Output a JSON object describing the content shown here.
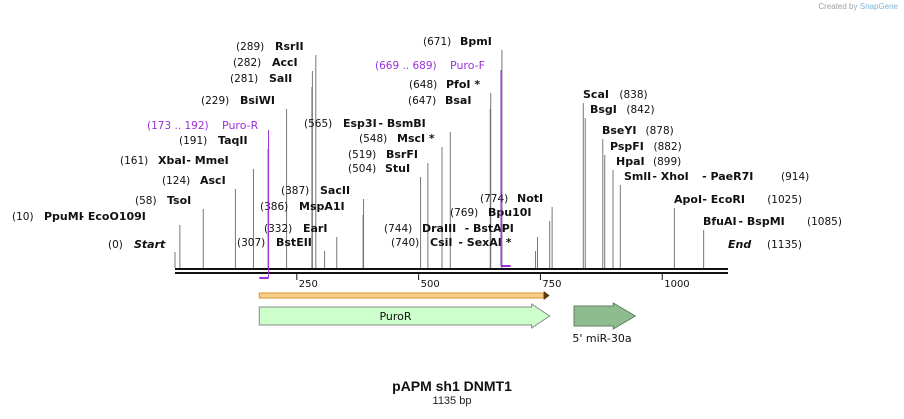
{
  "credit": {
    "prefix": "Created by",
    "brand": "SnapGene"
  },
  "map": {
    "name": "pAPM sh1 DNMT1",
    "length_label": "1135 bp",
    "length": 1135,
    "ticks": [
      250,
      500,
      750,
      1000
    ],
    "ends": [
      {
        "name": "Start",
        "pos_label": "(0)"
      },
      {
        "name": "End",
        "pos_label": "(1135)"
      }
    ],
    "sites": [
      {
        "pos": 10,
        "label": "(10)",
        "names": [
          "PpuMI",
          "EcoO109I"
        ]
      },
      {
        "pos": 58,
        "label": "(58)",
        "names": [
          "TsoI"
        ]
      },
      {
        "pos": 124,
        "label": "(124)",
        "names": [
          "AscI"
        ]
      },
      {
        "pos": 161,
        "label": "(161)",
        "names": [
          "XbaI",
          "MmeI"
        ]
      },
      {
        "pos": 191,
        "label": "(191)",
        "names": [
          "TaqII"
        ]
      },
      {
        "pos": 229,
        "label": "(229)",
        "names": [
          "BsiWI"
        ]
      },
      {
        "pos": 281,
        "label": "(281)",
        "names": [
          "SalI"
        ]
      },
      {
        "pos": 282,
        "label": "(282)",
        "names": [
          "AccI"
        ]
      },
      {
        "pos": 289,
        "label": "(289)",
        "names": [
          "RsrII"
        ]
      },
      {
        "pos": 307,
        "label": "(307)",
        "names": [
          "BstEII"
        ]
      },
      {
        "pos": 332,
        "label": "(332)",
        "names": [
          "EarI"
        ]
      },
      {
        "pos": 386,
        "label": "(386)",
        "names": [
          "MspA1I"
        ]
      },
      {
        "pos": 387,
        "label": "(387)",
        "names": [
          "SacII"
        ]
      },
      {
        "pos": 504,
        "label": "(504)",
        "names": [
          "StuI"
        ]
      },
      {
        "pos": 519,
        "label": "(519)",
        "names": [
          "BsrFI"
        ]
      },
      {
        "pos": 548,
        "label": "(548)",
        "names": [
          "MscI *"
        ]
      },
      {
        "pos": 565,
        "label": "(565)",
        "names": [
          "Esp3I",
          "BsmBI"
        ]
      },
      {
        "pos": 647,
        "label": "(647)",
        "names": [
          "BsaI"
        ]
      },
      {
        "pos": 648,
        "label": "(648)",
        "names": [
          "PfoI *"
        ]
      },
      {
        "pos": 671,
        "label": "(671)",
        "names": [
          "BpmI"
        ]
      },
      {
        "pos": 740,
        "label": "(740)",
        "names": [
          "CsiI",
          "SexAI *"
        ]
      },
      {
        "pos": 744,
        "label": "(744)",
        "names": [
          "DraIII",
          "BstAPI"
        ]
      },
      {
        "pos": 769,
        "label": "(769)",
        "names": [
          "Bpu10I"
        ]
      },
      {
        "pos": 774,
        "label": "(774)",
        "names": [
          "NotI"
        ]
      },
      {
        "pos": 838,
        "label": "(838)",
        "names": [
          "ScaI"
        ]
      },
      {
        "pos": 842,
        "label": "(842)",
        "names": [
          "BsgI"
        ]
      },
      {
        "pos": 878,
        "label": "(878)",
        "names": [
          "BseYI"
        ]
      },
      {
        "pos": 882,
        "label": "(882)",
        "names": [
          "PspFI"
        ]
      },
      {
        "pos": 899,
        "label": "(899)",
        "names": [
          "HpaI"
        ]
      },
      {
        "pos": 914,
        "label": "(914)",
        "names": [
          "SmlI",
          "XhoI",
          "PaeR7I"
        ]
      },
      {
        "pos": 1025,
        "label": "(1025)",
        "names": [
          "ApoI",
          "EcoRI"
        ]
      },
      {
        "pos": 1085,
        "label": "(1085)",
        "names": [
          "BfuAI",
          "BspMI"
        ]
      }
    ],
    "primers": [
      {
        "start": 173,
        "end": 192,
        "label": "(173 .. 192)",
        "name": "Puro-R",
        "color": "#9b30d9"
      },
      {
        "start": 669,
        "end": 689,
        "label": "(669 .. 689)",
        "name": "Puro-F",
        "color": "#9b30d9"
      }
    ],
    "features": [
      {
        "start": 173,
        "end": 769,
        "name": "",
        "kind": "orf",
        "fill": "#f5d08a",
        "stroke": "#e0912a"
      },
      {
        "start": 173,
        "end": 769,
        "name": "PuroR",
        "kind": "gene",
        "fill": "#ccffcc",
        "stroke": "#888888"
      },
      {
        "start": 800,
        "end": 920,
        "name": "5' miR-30a",
        "kind": "misc",
        "fill": "#8fbc8f",
        "stroke": "#5f7f5f"
      }
    ]
  }
}
